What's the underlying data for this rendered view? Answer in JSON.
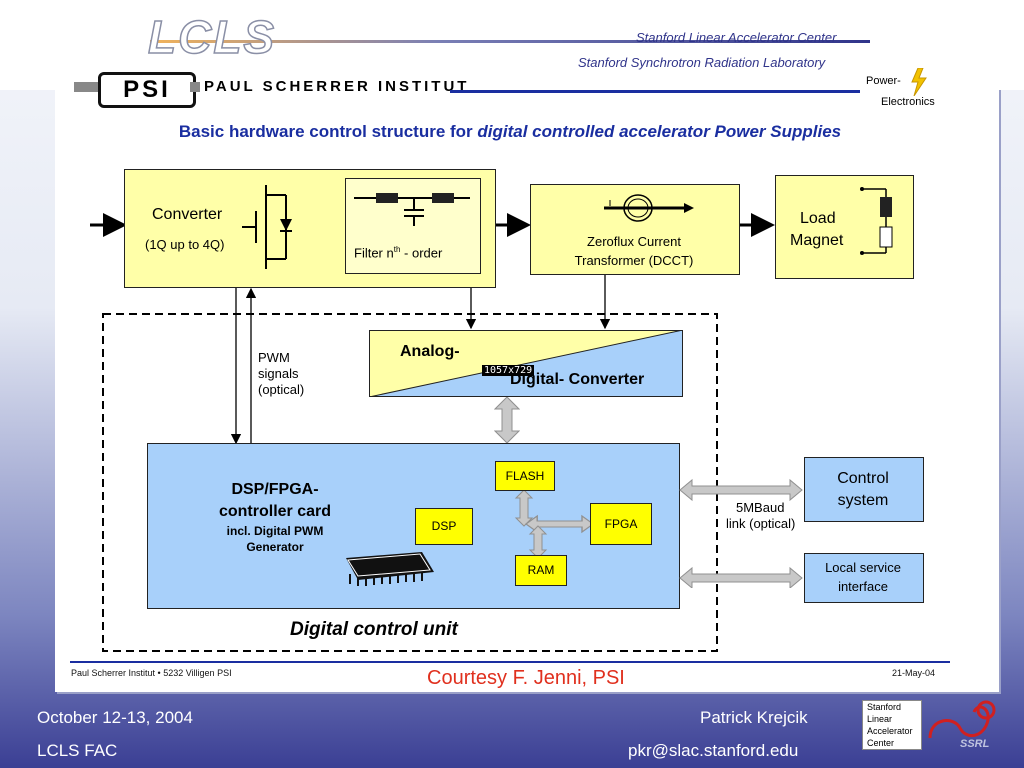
{
  "header": {
    "lcls_logo": "LCLS",
    "org_line1": "Stanford Linear Accelerator Center",
    "org_line2": "Stanford Synchrotron Radiation Laboratory",
    "psi_logo": "PSI",
    "psi_name": "PAUL SCHERRER INSTITUT",
    "pe_line1": "Power-",
    "pe_line2": "Electronics"
  },
  "slide": {
    "title_plain": "Basic hardware control structure for ",
    "title_italic": "digital controlled accelerator Power Supplies",
    "converter_title": "Converter",
    "converter_sub": "(1Q up to 4Q)",
    "filter_label": "Filter n",
    "filter_sup": "th",
    "filter_suffix": " - order",
    "dcct_line1": "Zeroflux Current",
    "dcct_line2": "Transformer (DCCT)",
    "load_line1": "Load",
    "load_line2": "Magnet",
    "pwm_line1": "PWM",
    "pwm_line2": "signals",
    "pwm_line3": "(optical)",
    "adc_top": "Analog-",
    "adc_bottom": "Digital- Converter",
    "adc_badge": "1057x729",
    "dsp_card_l1": "DSP/FPGA-",
    "dsp_card_l2": "controller card",
    "dsp_card_l3": "incl. Digital PWM",
    "dsp_card_l4": "Generator",
    "flash": "FLASH",
    "dsp": "DSP",
    "fpga": "FPGA",
    "ram": "RAM",
    "control_l1": "Control",
    "control_l2": "system",
    "link_l1": "5MBaud",
    "link_l2": "link (optical)",
    "local_l1": "Local service",
    "local_l2": "interface",
    "dcu_label": "Digital control unit",
    "footer_left": "Paul Scherrer Institut • 5232 Villigen PSI",
    "footer_right": "21-May-04",
    "courtesy": "Courtesy F. Jenni, PSI"
  },
  "bottom": {
    "date": "October 12-13, 2004",
    "event": "LCLS FAC",
    "author": "Patrick Krejcik",
    "email": "pkr@slac.stanford.edu",
    "slac_logo_l1": "Stanford",
    "slac_logo_l2": "Linear",
    "slac_logo_l3": "Accelerator",
    "slac_logo_l4": "Center",
    "ssrl_logo": "SSRL"
  },
  "colors": {
    "title_blue": "#1a2ea0",
    "box_yellow": "#ffffa8",
    "box_blue": "#a8d0fa",
    "chip_yellow": "#ffff00",
    "courtesy_red": "#e0301e"
  }
}
